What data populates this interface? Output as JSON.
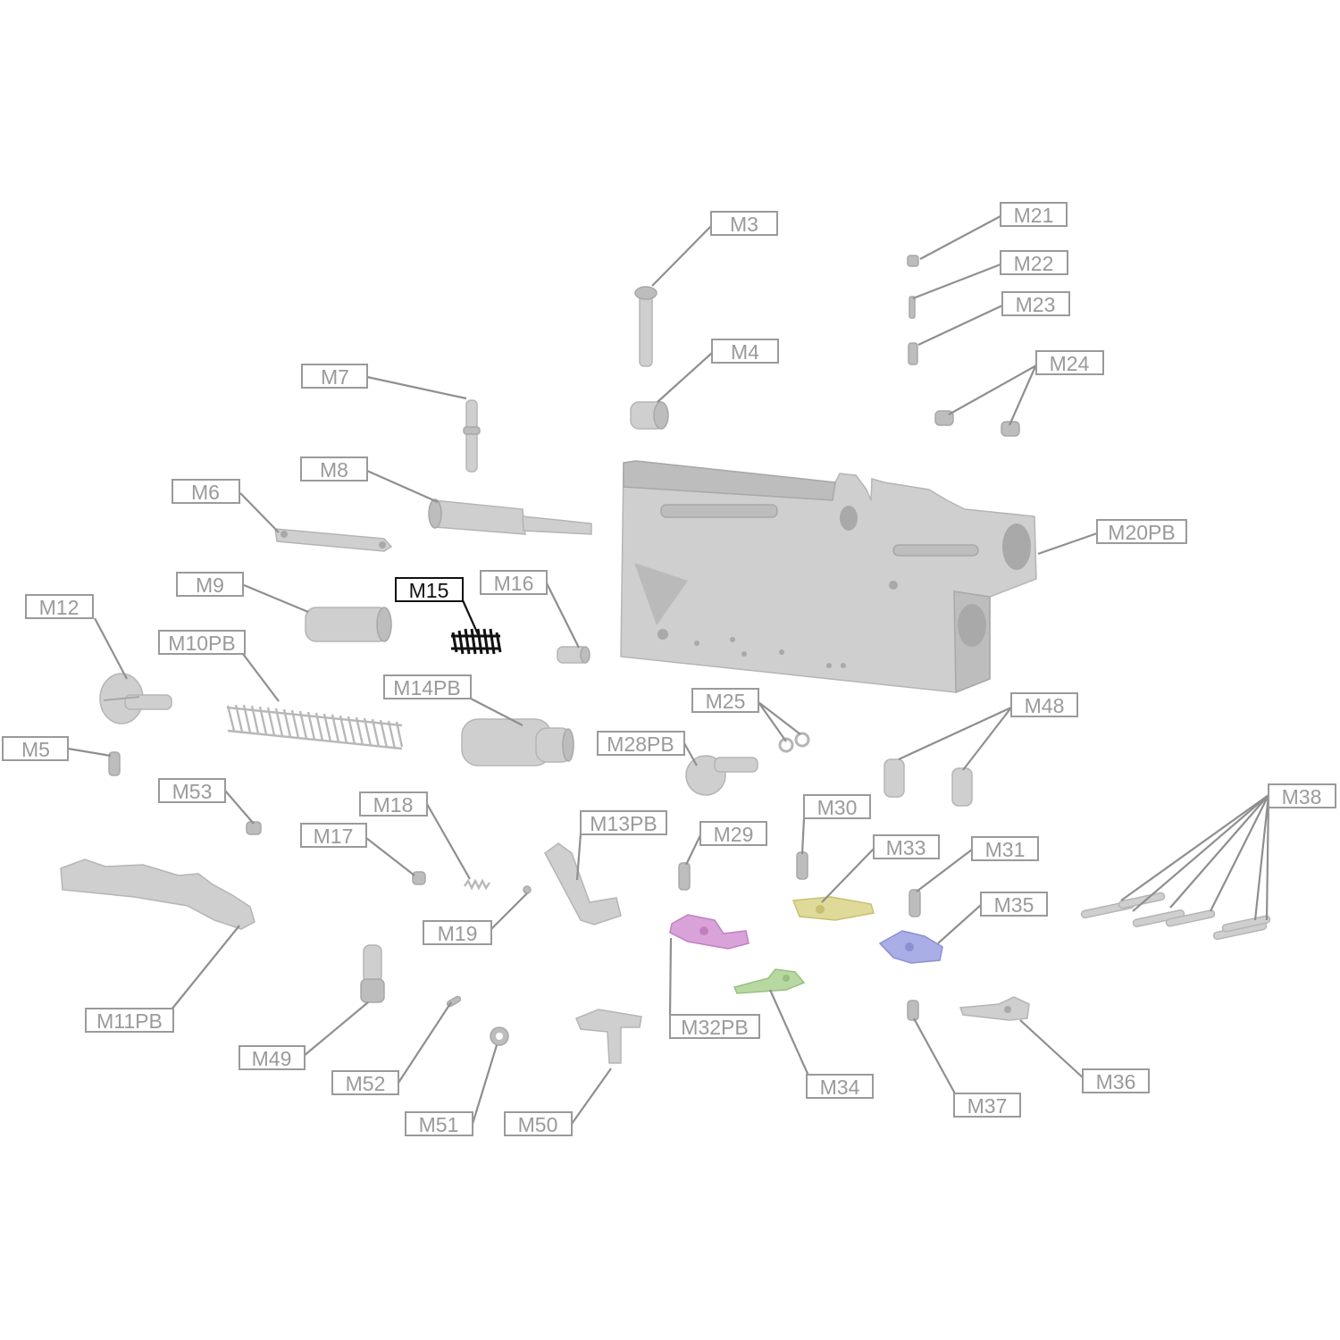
{
  "highlight": "M15",
  "colors": {
    "part": "#cfcfcf",
    "label": "#9a9a9a",
    "highlight": "#111111",
    "pink": "#d9a3d9",
    "yellow": "#e0da9a",
    "green": "#b7d9a1",
    "blue": "#a9aee6"
  },
  "labels": [
    {
      "id": "M3",
      "text": "M3"
    },
    {
      "id": "M4",
      "text": "M4"
    },
    {
      "id": "M5",
      "text": "M5"
    },
    {
      "id": "M6",
      "text": "M6"
    },
    {
      "id": "M7",
      "text": "M7"
    },
    {
      "id": "M8",
      "text": "M8"
    },
    {
      "id": "M9",
      "text": "M9"
    },
    {
      "id": "M10PB",
      "text": "M10PB"
    },
    {
      "id": "M11PB",
      "text": "M11PB"
    },
    {
      "id": "M12",
      "text": "M12"
    },
    {
      "id": "M13PB",
      "text": "M13PB"
    },
    {
      "id": "M14PB",
      "text": "M14PB"
    },
    {
      "id": "M15",
      "text": "M15"
    },
    {
      "id": "M16",
      "text": "M16"
    },
    {
      "id": "M17",
      "text": "M17"
    },
    {
      "id": "M18",
      "text": "M18"
    },
    {
      "id": "M19",
      "text": "M19"
    },
    {
      "id": "M20PB",
      "text": "M20PB"
    },
    {
      "id": "M21",
      "text": "M21"
    },
    {
      "id": "M22",
      "text": "M22"
    },
    {
      "id": "M23",
      "text": "M23"
    },
    {
      "id": "M24",
      "text": "M24"
    },
    {
      "id": "M25",
      "text": "M25"
    },
    {
      "id": "M28PB",
      "text": "M28PB"
    },
    {
      "id": "M29",
      "text": "M29"
    },
    {
      "id": "M30",
      "text": "M30"
    },
    {
      "id": "M31",
      "text": "M31"
    },
    {
      "id": "M32PB",
      "text": "M32PB"
    },
    {
      "id": "M33",
      "text": "M33"
    },
    {
      "id": "M34",
      "text": "M34"
    },
    {
      "id": "M35",
      "text": "M35"
    },
    {
      "id": "M36",
      "text": "M36"
    },
    {
      "id": "M37",
      "text": "M37"
    },
    {
      "id": "M38",
      "text": "M38"
    },
    {
      "id": "M48",
      "text": "M48"
    },
    {
      "id": "M49",
      "text": "M49"
    },
    {
      "id": "M50",
      "text": "M50"
    },
    {
      "id": "M51",
      "text": "M51"
    },
    {
      "id": "M52",
      "text": "M52"
    },
    {
      "id": "M53",
      "text": "M53"
    }
  ]
}
